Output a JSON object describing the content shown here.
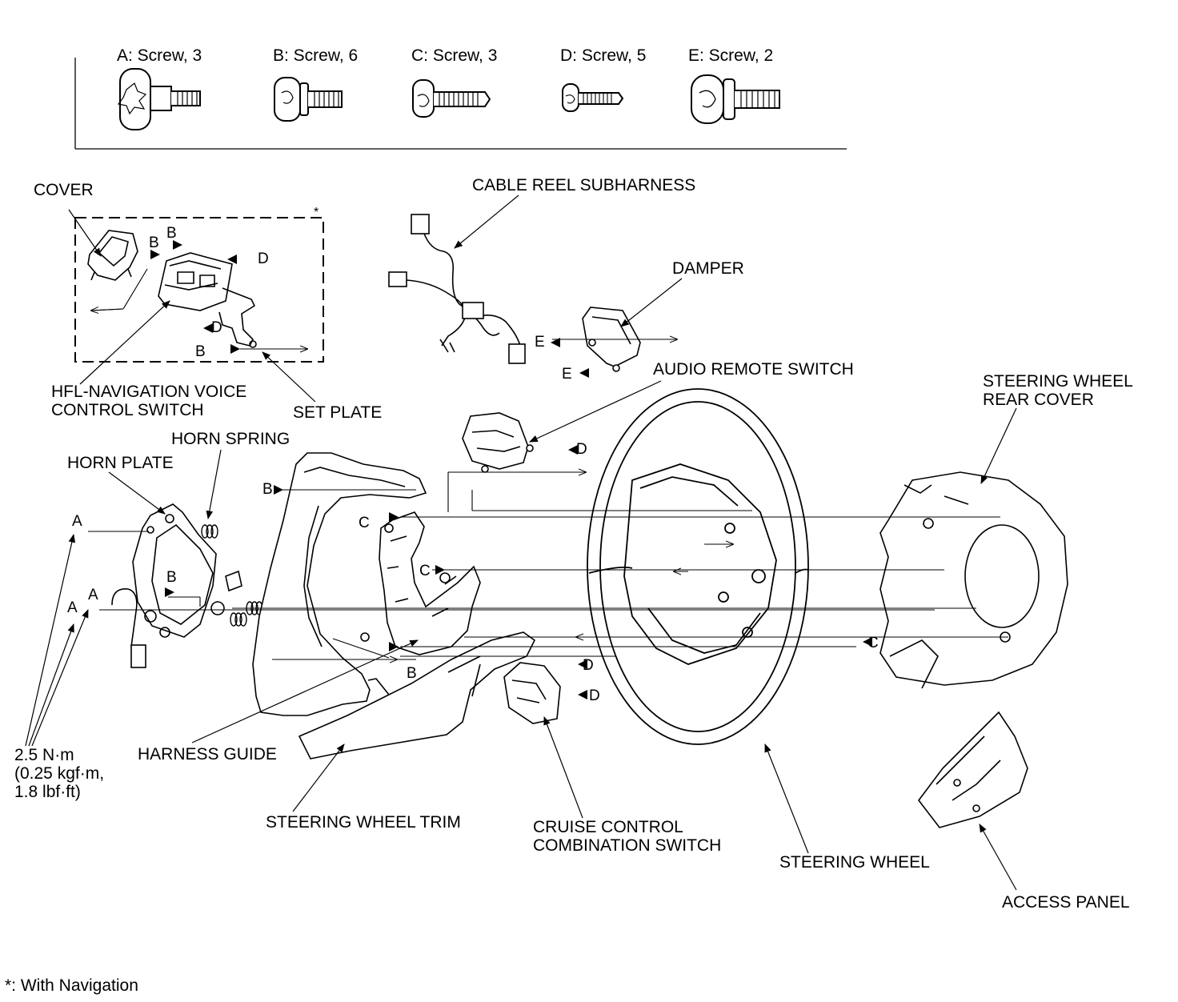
{
  "screws": [
    {
      "label": "A: Screw, 3"
    },
    {
      "label": "B: Screw, 6"
    },
    {
      "label": "C: Screw, 3"
    },
    {
      "label": "D: Screw, 5"
    },
    {
      "label": "E: Screw, 2"
    }
  ],
  "parts": {
    "cover": "COVER",
    "cable_reel_subharness": "CABLE REEL SUBHARNESS",
    "damper": "DAMPER",
    "audio_remote_switch": "AUDIO REMOTE SWITCH",
    "steering_wheel_rear_cover": "STEERING WHEEL\nREAR COVER",
    "hfl_navigation_voice_control_switch": "HFL-NAVIGATION VOICE\nCONTROL SWITCH",
    "set_plate": "SET PLATE",
    "horn_spring": "HORN SPRING",
    "horn_plate": "HORN PLATE",
    "harness_guide": "HARNESS GUIDE",
    "steering_wheel_trim": "STEERING WHEEL TRIM",
    "cruise_control_combination_switch": "CRUISE CONTROL\nCOMBINATION SWITCH",
    "steering_wheel": "STEERING WHEEL",
    "access_panel": "ACCESS PANEL"
  },
  "torque": "2.5 N·m\n(0.25 kgf·m,\n1.8 lbf·ft)",
  "nav_marker": "*",
  "footnote": "*: With Navigation",
  "callout_letters": {
    "a": "A",
    "b": "B",
    "c": "C",
    "d": "D",
    "e": "E"
  }
}
